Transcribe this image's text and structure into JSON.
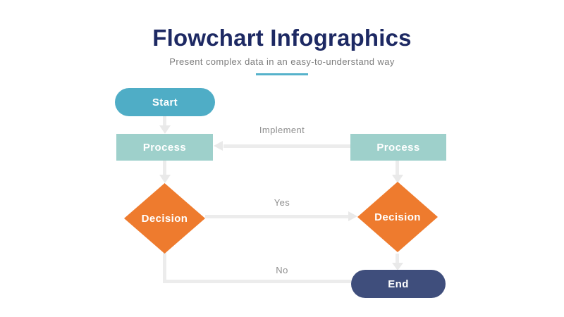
{
  "header": {
    "title": "Flowchart Infographics",
    "subtitle": "Present complex data in an easy-to-understand way"
  },
  "nodes": {
    "start": {
      "label": "Start",
      "type": "terminator",
      "color": "#4fadc6"
    },
    "process_left": {
      "label": "Process",
      "type": "process",
      "color": "#9ed0cb"
    },
    "process_right": {
      "label": "Process",
      "type": "process",
      "color": "#9ed0cb"
    },
    "decision_left": {
      "label": "Decision",
      "type": "decision",
      "color": "#ee7b2e"
    },
    "decision_right": {
      "label": "Decision",
      "type": "decision",
      "color": "#ee7b2e"
    },
    "end": {
      "label": "End",
      "type": "terminator",
      "color": "#3f4e7c"
    }
  },
  "edges": {
    "implement": {
      "label": "Implement",
      "from": "process_right",
      "to": "process_left",
      "direction": "left"
    },
    "yes": {
      "label": "Yes",
      "from": "decision_left",
      "to": "decision_right",
      "direction": "right"
    },
    "no": {
      "label": "No",
      "from": "decision_left",
      "to": "end",
      "direction": "down-right"
    }
  },
  "colors": {
    "title": "#1d2963",
    "subtitle": "#7d7d7d",
    "accent_underline": "#56b2cb",
    "connector": "#ececec",
    "connector_label": "#8f8f8f"
  }
}
